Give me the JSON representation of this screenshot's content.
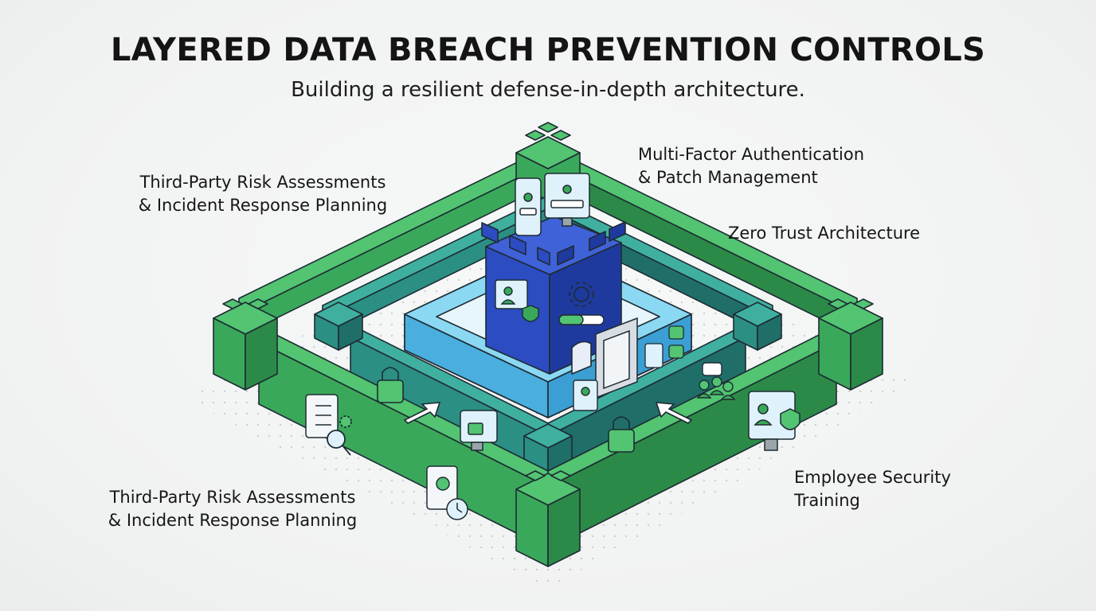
{
  "header": {
    "title": "LAYERED DATA BREACH PREVENTION CONTROLS",
    "subtitle": "Building a resilient defense-in-depth architecture."
  },
  "labels": {
    "top_left": [
      "Third-Party Risk Assessments",
      "& Incident Response Planning"
    ],
    "top_right": [
      "Multi-Factor Authentication",
      "& Patch Management"
    ],
    "middle_right": [
      "Zero Trust Architecture"
    ],
    "bottom_left": [
      "Third-Party Risk Assessments",
      "& Incident Response Planning"
    ],
    "bottom_right": [
      "Employee Security",
      "Training"
    ]
  },
  "colors": {
    "outer_wall_light": "#52c472",
    "outer_wall_mid": "#3aa85a",
    "outer_wall_dark": "#2b8a48",
    "inner_wall": "#2b8f83",
    "inner_wall_dark": "#1f6f68",
    "core_light": "#8bd8f3",
    "core_mid": "#55c0ea",
    "tower_blue": "#2c4cc2",
    "tower_dark": "#1f3a9e",
    "outline": "#1e2b33"
  },
  "icons": [
    "tablet-login-icon",
    "monitor-login-icon",
    "user-card-icon",
    "gear-icon",
    "shield-check-icon",
    "checklist-icon",
    "search-document-icon",
    "padlock-icon",
    "arrow-icon",
    "monitor-lock-icon",
    "id-card-icon",
    "door-icon",
    "keypad-icon",
    "team-chat-icon",
    "monitor-user-shield-icon",
    "document-clock-icon"
  ]
}
